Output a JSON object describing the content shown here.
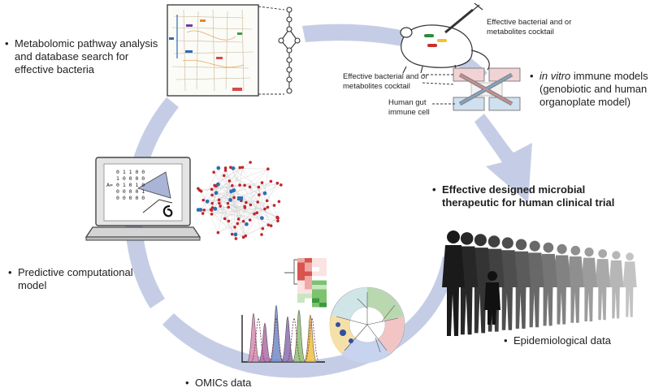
{
  "bullet": "•",
  "labels": {
    "metabolomic": [
      "Metabolomic pathway analysis",
      "and database search for",
      "effective bacteria"
    ],
    "invitro_italic": "in vitro",
    "invitro_rest": " immune models",
    "invitro_sub": [
      "(genobiotic and human",
      "organoplate model)"
    ],
    "therapeutic": [
      "Effective designed microbial",
      "therapeutic for human clinical trial"
    ],
    "epidemiological": "Epidemiological data",
    "omics": "OMICs data",
    "predictive": [
      "Predictive computational",
      "model"
    ],
    "cocktail_mouse": [
      "Effective bacterial and or",
      "metabolites cocktail"
    ],
    "cocktail_chip": [
      "Effective bacterial and or",
      "metabolites cocktail"
    ],
    "gut_cell": [
      "Human gut",
      "immune cell"
    ]
  },
  "matrix_rows": [
    "0 1 1 0 0",
    "1 0 0 0 0",
    "0 1 0 1 0",
    "0 0 0 0 1",
    "0 0 0 0 0"
  ],
  "matrix_side": "A=",
  "colors": {
    "cycle": "#c5cde6",
    "cycle_dark": "#b4bfdf",
    "people": "#1a1a1a",
    "network_red": "#c0262c",
    "network_blue": "#2e6fb5"
  }
}
